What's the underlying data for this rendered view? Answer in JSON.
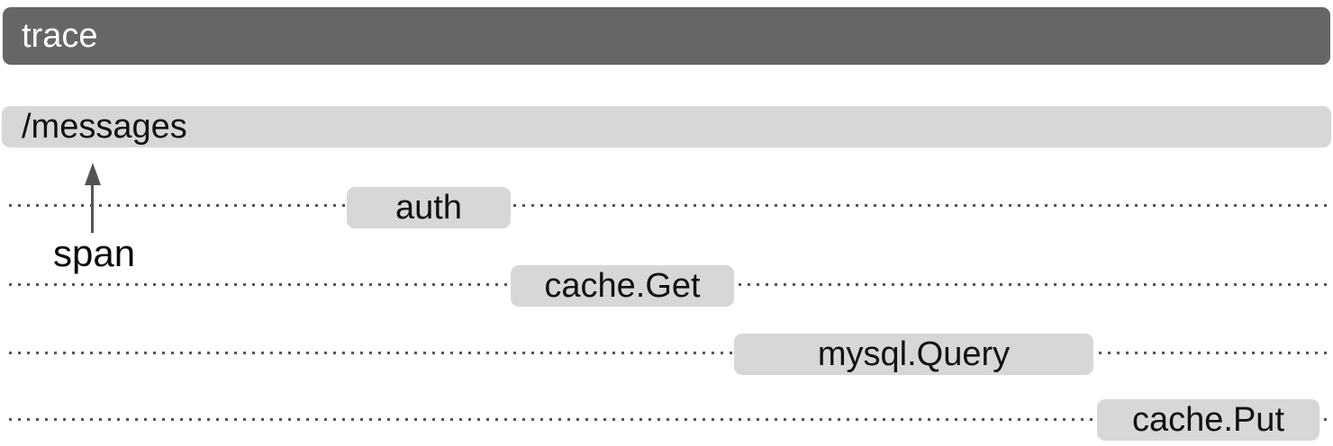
{
  "diagram": {
    "title_bar": {
      "label": "trace",
      "color": "#666666",
      "text_color": "#ffffff"
    },
    "root_span": {
      "label": "/messages",
      "color": "#d7d7d7"
    },
    "child_spans": [
      {
        "label": "auth",
        "color": "#d7d7d7"
      },
      {
        "label": "cache.Get",
        "color": "#d7d7d7"
      },
      {
        "label": "mysql.Query",
        "color": "#d7d7d7"
      },
      {
        "label": "cache.Put",
        "color": "#d7d7d7"
      }
    ],
    "annotation": {
      "label": "span",
      "arrow": "up-arrow-icon",
      "color": "#555555"
    },
    "guide_line_color": "#555555"
  }
}
